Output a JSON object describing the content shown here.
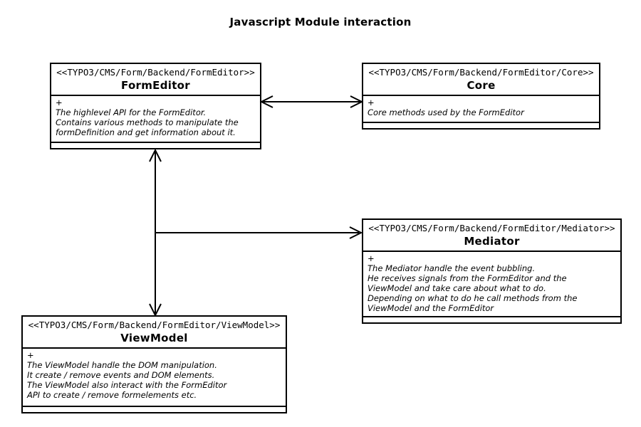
{
  "title": "Javascript Module interaction",
  "colors": {
    "line": "#000000",
    "background": "#ffffff",
    "text": "#000000"
  },
  "classes": {
    "formEditor": {
      "stereotype": "<<TYPO3/CMS/Form/Backend/FormEditor>>",
      "name": "FormEditor",
      "visibility": "+",
      "description": [
        "The highlevel API for the FormEditor.",
        "Contains various methods to manipulate the",
        "formDefinition and get information about it."
      ]
    },
    "core": {
      "stereotype": "<<TYPO3/CMS/Form/Backend/FormEditor/Core>>",
      "name": "Core",
      "visibility": "+",
      "description": [
        "Core methods used by the FormEditor"
      ]
    },
    "mediator": {
      "stereotype": "<<TYPO3/CMS/Form/Backend/FormEditor/Mediator>>",
      "name": "Mediator",
      "visibility": "+",
      "description": [
        "The Mediator handle the event bubbling.",
        "He receives signals from the FormEditor and the",
        "ViewModel and take care about what to do.",
        "Depending on what to do he call methods from the",
        "ViewModel and the FormEditor"
      ]
    },
    "viewModel": {
      "stereotype": "<<TYPO3/CMS/Form/Backend/FormEditor/ViewModel>>",
      "name": "ViewModel",
      "visibility": "+",
      "description": [
        "The ViewModel handle the DOM manipulation.",
        "It create / remove events and DOM elements.",
        "The ViewModel also interact with the FormEditor",
        "API to create / remove formelements etc."
      ]
    }
  },
  "relations": [
    {
      "from": "FormEditor",
      "to": "Core",
      "style": "double-headed-arrow"
    },
    {
      "from": "FormEditor",
      "to": "ViewModel",
      "style": "double-headed-arrow"
    },
    {
      "from": "FormEditor-ViewModel-link",
      "to": "Mediator",
      "style": "single-headed-arrow"
    }
  ]
}
